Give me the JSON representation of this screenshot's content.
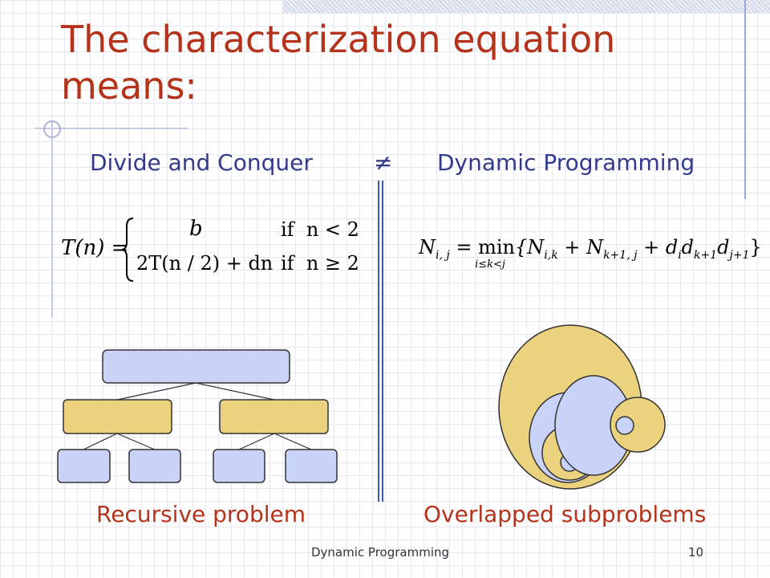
{
  "slide": {
    "title": "The characterization equation means:",
    "left_heading": "Divide and Conquer",
    "not_equal_symbol": "≠",
    "right_heading": "Dynamic Programming",
    "left_caption": "Recursive problem",
    "right_caption": "Overlapped subproblems",
    "footer_title": "Dynamic Programming",
    "page_number": "10"
  },
  "formulas": {
    "recurrence": {
      "lhs": "T(n) =",
      "case1_value": "b",
      "case1_condition": "if  n < 2",
      "case2_value": "2T(n / 2) + dn",
      "case2_condition": "if  n ≥ 2"
    },
    "dp": {
      "lhs": "N",
      "lhs_sub": "i, j",
      "eq": "=",
      "op": "min",
      "op_sub": "i≤k<j",
      "body": "{N",
      "t1_sub": "i,k",
      "plus1": " + N",
      "t2_sub": "k+1, j",
      "plus2": " + d",
      "d1_sub": "i",
      "d2": "d",
      "d2_sub": "k+1",
      "d3": "d",
      "d3_sub": "j+1",
      "close": "}"
    }
  },
  "colors": {
    "title_red": "#b5331a",
    "heading_blue": "#333a8c",
    "node_blue": "#c9d3f7",
    "node_yellow": "#ebd27e",
    "divider_blue": "#3b57b4"
  }
}
